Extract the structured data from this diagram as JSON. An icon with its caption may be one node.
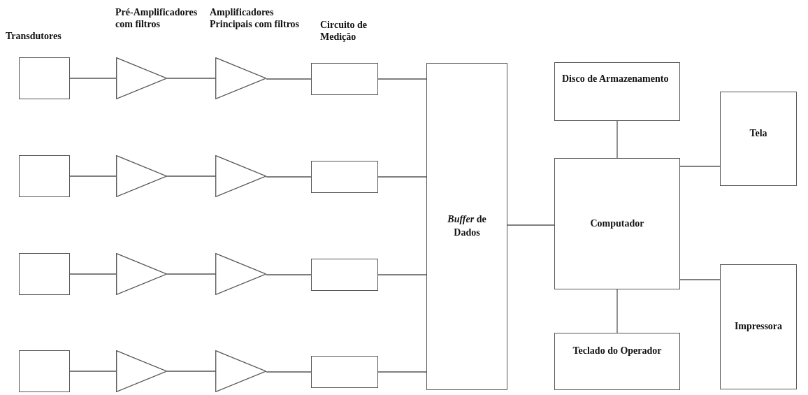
{
  "diagram": {
    "nodes": [
      {
        "text": [],
        "shape": "box"
      },
      {
        "text": [],
        "shape": "triangle"
      },
      {
        "text": [],
        "shape": "triangle"
      },
      {
        "text": [],
        "shape": "box"
      },
      {
        "text": [],
        "shape": "box"
      },
      {
        "text": [],
        "shape": "triangle"
      },
      {
        "text": [],
        "shape": "triangle"
      },
      {
        "text": [],
        "shape": "box"
      },
      {
        "text": [],
        "shape": "box"
      },
      {
        "text": [],
        "shape": "triangle"
      },
      {
        "text": [],
        "shape": "triangle"
      },
      {
        "text": [],
        "shape": "box"
      },
      {
        "text": [],
        "shape": "box"
      },
      {
        "text": [],
        "shape": "triangle"
      },
      {
        "text": [],
        "shape": "triangle"
      },
      {
        "text": [],
        "shape": "box"
      },
      {
        "text": [
          "*Buffer* de Dados"
        ]
      },
      {
        "text": [
          "Disco de Armazenamento"
        ]
      },
      {
        "text": [
          "Computador"
        ]
      },
      {
        "text": [
          "Tela"
        ]
      },
      {
        "text": [
          "Impressora"
        ]
      },
      {
        "text": [
          "Teclado do Operador"
        ]
      }
    ],
    "edges": [
      {
        "from": 0,
        "to": 1,
        "arrow": "none"
      },
      {
        "from": 1,
        "to": 2,
        "arrow": "none"
      },
      {
        "from": 2,
        "to": 3,
        "arrow": "none"
      },
      {
        "from": 3,
        "to": 16,
        "arrow": "none"
      },
      {
        "from": 4,
        "to": 5,
        "arrow": "none"
      },
      {
        "from": 5,
        "to": 6,
        "arrow": "none"
      },
      {
        "from": 6,
        "to": 7,
        "arrow": "none"
      },
      {
        "from": 7,
        "to": 16,
        "arrow": "none"
      },
      {
        "from": 8,
        "to": 9,
        "arrow": "none"
      },
      {
        "from": 9,
        "to": 10,
        "arrow": "none"
      },
      {
        "from": 10,
        "to": 11,
        "arrow": "none"
      },
      {
        "from": 11,
        "to": 16,
        "arrow": "none"
      },
      {
        "from": 12,
        "to": 13,
        "arrow": "none"
      },
      {
        "from": 13,
        "to": 14,
        "arrow": "none"
      },
      {
        "from": 14,
        "to": 15,
        "arrow": "none"
      },
      {
        "from": 15,
        "to": 16,
        "arrow": "none"
      },
      {
        "from": 16,
        "to": 18,
        "arrow": "none"
      },
      {
        "from": 17,
        "to": 18,
        "arrow": "none"
      },
      {
        "from": 18,
        "to": 19,
        "arrow": "none"
      },
      {
        "from": 18,
        "to": 20,
        "arrow": "none"
      },
      {
        "from": 21,
        "to": 18,
        "arrow": "none"
      }
    ],
    "labels": [
      "Transdutores",
      "Pré-Amplificadores com filtros",
      "Amplificadores Principais com filtros",
      "Circuito de Medição"
    ]
  }
}
